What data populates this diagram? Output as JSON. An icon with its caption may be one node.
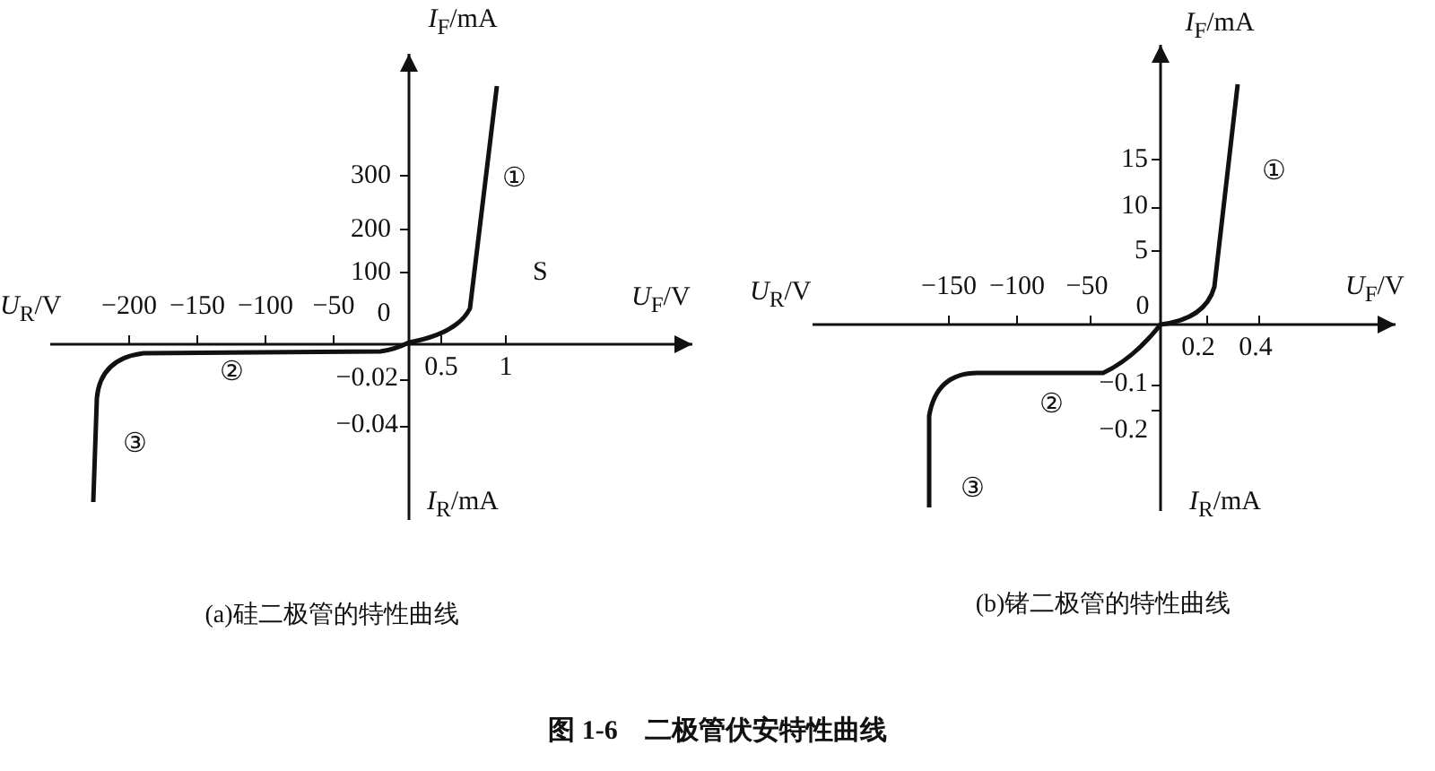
{
  "diagram": {
    "caption": "图 1-6　二极管伏安特性曲线",
    "labels": [
      "*I*$_{F}$/mA",
      "300",
      "①",
      "200",
      "100",
      "S",
      "*U*$_{R}$/V",
      "−200",
      "−150",
      "−100",
      "−50",
      "0",
      "*U*$_{F}$/V",
      "②",
      "−0.02",
      "0.5",
      "1",
      "−0.04",
      "③",
      "*I*$_{R}$/mA",
      "*I*$_{F}$/mA",
      "15",
      "①",
      "10",
      "5",
      "*U*$_{R}$/V",
      "−150",
      "−100",
      "−50",
      "0",
      "*U*$_{F}$/V",
      "0.2",
      "0.4",
      "−0.1",
      "②",
      "−0.2",
      "③",
      "*I*$_{R}$/mA",
      "(a)硅二极管的特性曲线",
      "(b)锗二极管的特性曲线"
    ]
  }
}
